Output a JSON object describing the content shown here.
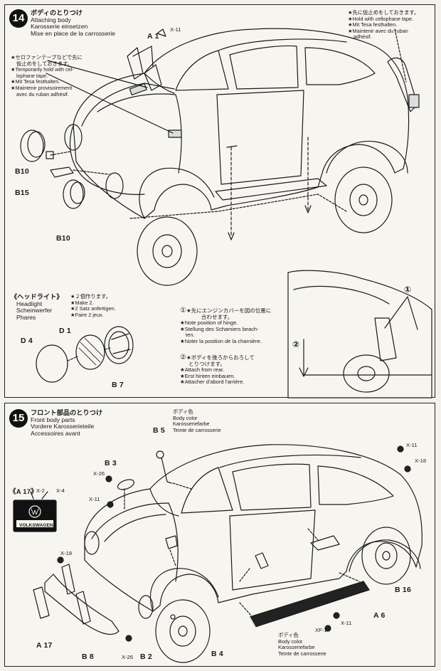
{
  "step14": {
    "number": "14",
    "title_jp": "ボディのとりつけ",
    "title_en": "Attaching body",
    "title_de": "Karosserie einsetzen",
    "title_fr": "Mise en place de la carrosserie",
    "note_tape_right": [
      "★先に仮止めをしておきます。",
      "★Hold with cellophane tape.",
      "★Mit Tesa festhalten.",
      "★Maintenir avec du ruban",
      "adhésif."
    ],
    "note_tape_left": [
      "★セロファンテープなどで先に",
      "仮止めをしておきます。",
      "★Temporarily hold with cel-",
      "lophane tape.",
      "★Mit Tesa festhalten.",
      "★Maintenir provisoirement",
      "avec du ruban adhésif."
    ],
    "labels": {
      "a1": "A 1",
      "x11": "X-11",
      "b10_top": "B10",
      "b15": "B15",
      "b10_bottom": "B10"
    },
    "headlight": {
      "title_jp": "《ヘッドライト》",
      "en": "Headlight",
      "de": "Scheinwerfer",
      "fr": "Phares",
      "make_notes": [
        "★２個作ります。",
        "★Make 2.",
        "★2 Satz anfertigen.",
        "★Faire 2 jeux."
      ],
      "d4": "D 4",
      "d1": "D 1",
      "b7": "B 7"
    },
    "hinge": {
      "circle1": "①",
      "notes1": [
        "★先にエンジンカバーを図の位置に",
        "合わせます。",
        "★Note position of hinge.",
        "★Stellung des Schamiers beach-",
        "ten.",
        "★Noter la position de la charnière."
      ],
      "circle2": "②",
      "notes2": [
        "★ボディを後ろからおろして",
        "とりつけます。",
        "★Attach from rear.",
        "★Erst hinten einbauen.",
        "★Attacher d'abord l'arrière."
      ],
      "inset_1": "①",
      "inset_2": "②"
    }
  },
  "step15": {
    "number": "15",
    "title_jp": "フロント部品のとりつけ",
    "title_en": "Front body parts",
    "title_de": "Vordere Karosserieteile",
    "title_fr": "Accessoires avant",
    "body_color_top": [
      "ボディ色",
      "Body color",
      "Karosseriefarbe",
      "Teinte de carrosserie"
    ],
    "body_color_bottom": [
      "ボディ色",
      "Body color",
      "Karosseriefarbe",
      "Teinte de carrosserie"
    ],
    "labels": {
      "b5": "B 5",
      "b3": "B 3",
      "x26_top": "X-26",
      "x11_left": "X-11",
      "a17_badge": "《A 17》",
      "x2": "X-2",
      "x4": "X-4",
      "badge_text": "VOLKSWAGEN",
      "x18_left": "X-18",
      "a17": "A 17",
      "b8": "B 8",
      "x26_bottom": "X-26",
      "b2": "B 2",
      "b4": "B 4",
      "x11_right_top": "X-11",
      "x18_right": "X-18",
      "b16": "B 16",
      "a6": "A 6",
      "xf1": "XF-1",
      "x11_bottom": "X-11"
    }
  },
  "colors": {
    "ink": "#1a1a1a",
    "paper": "#f7f5f0",
    "badge": "#111111"
  }
}
